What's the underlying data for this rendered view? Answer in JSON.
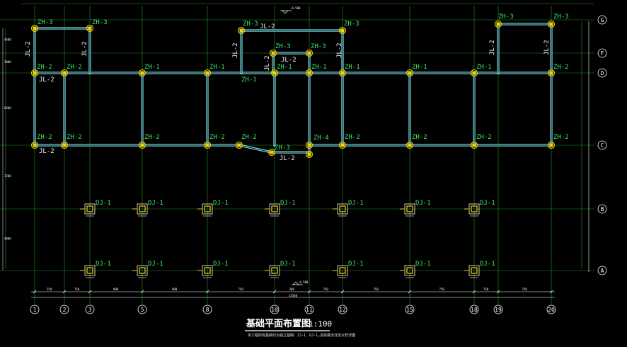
{
  "title": "基础平面布置图",
  "scale": "1:100",
  "note": "本工程所有基础均为独立基础：ZJ-1、DJ-1…具体做法详见大样详图",
  "level_marks": [
    "-0.500",
    "-0.500"
  ],
  "colors": {
    "background": "#000000",
    "beam": "#7fe3ea",
    "text_label": "#3ee860",
    "column_fill": "#f5d400",
    "column_stroke": "#ffffff",
    "grid": "#1f9a1f",
    "axis_circle": "#ffffff"
  },
  "axes_bottom": [
    "1",
    "2",
    "3",
    "5",
    "8",
    "10",
    "11",
    "12",
    "15",
    "18",
    "19",
    "20"
  ],
  "axes_right": [
    "G",
    "F",
    "D",
    "C",
    "B",
    "A"
  ],
  "dims_bottom": [
    "250",
    "750",
    "900",
    "900",
    "750",
    "380",
    "750",
    "750",
    "750",
    "750",
    "750",
    "750"
  ],
  "dim_total": "33540",
  "column_labels": {
    "zh1": "ZH-1",
    "zh2": "ZH-2",
    "zh3": "ZH-3",
    "zh4": "ZH-4",
    "dj1": "DJ-1"
  },
  "beam_label": "JL-2",
  "side_dims_left": [
    "4500",
    "3000",
    "6600",
    "7200",
    "4000"
  ]
}
